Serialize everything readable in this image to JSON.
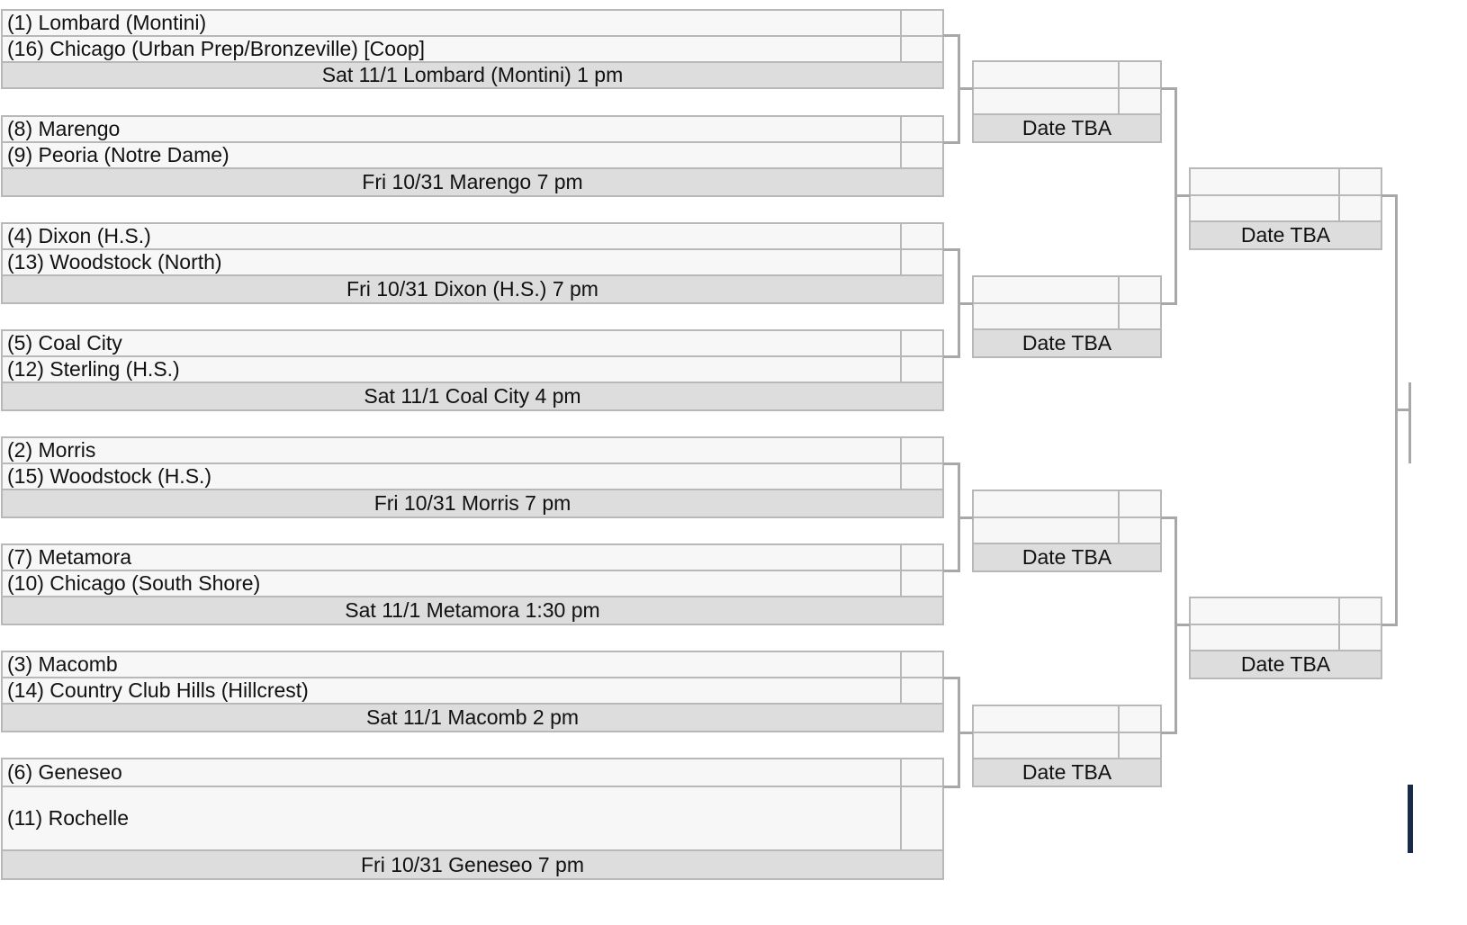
{
  "round1": [
    {
      "team_a": "(1) Lombard (Montini)",
      "team_b": "(16) Chicago (Urban Prep/Bronzeville) [Coop]",
      "info": "Sat 11/1 Lombard (Montini) 1 pm"
    },
    {
      "team_a": "(8) Marengo",
      "team_b": "(9) Peoria (Notre Dame)",
      "info": "Fri 10/31 Marengo 7 pm"
    },
    {
      "team_a": "(4) Dixon (H.S.)",
      "team_b": "(13) Woodstock (North)",
      "info": "Fri 10/31 Dixon (H.S.) 7 pm"
    },
    {
      "team_a": "(5) Coal City",
      "team_b": "(12) Sterling (H.S.)",
      "info": "Sat 11/1 Coal City 4 pm"
    },
    {
      "team_a": "(2) Morris",
      "team_b": "(15) Woodstock (H.S.)",
      "info": "Fri 10/31 Morris 7 pm"
    },
    {
      "team_a": "(7) Metamora",
      "team_b": "(10) Chicago (South Shore)",
      "info": "Sat 11/1 Metamora 1:30 pm"
    },
    {
      "team_a": "(3) Macomb",
      "team_b": "(14) Country Club Hills (Hillcrest)",
      "info": "Sat 11/1 Macomb 2 pm"
    },
    {
      "team_a": "(6) Geneseo",
      "team_b": "(11) Rochelle",
      "info": "Fri 10/31 Geneseo 7 pm"
    }
  ],
  "round2": [
    {
      "info": "Date TBA"
    },
    {
      "info": "Date TBA"
    },
    {
      "info": "Date TBA"
    },
    {
      "info": "Date TBA"
    }
  ],
  "round3": [
    {
      "info": "Date TBA"
    },
    {
      "info": "Date TBA"
    }
  ]
}
